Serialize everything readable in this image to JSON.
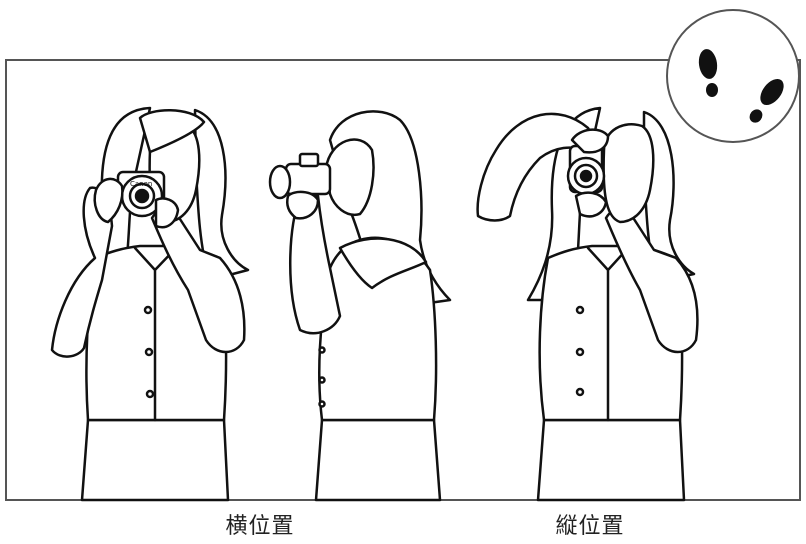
{
  "captions": {
    "horizontal": "横位置",
    "vertical": "縦位置"
  },
  "camera": {
    "brand_text": "Canon"
  },
  "colors": {
    "line": "#111111",
    "frame": "#555555",
    "fill": "#ffffff",
    "shade": "#111111"
  },
  "icons": {
    "stance": "footprints-icon"
  }
}
